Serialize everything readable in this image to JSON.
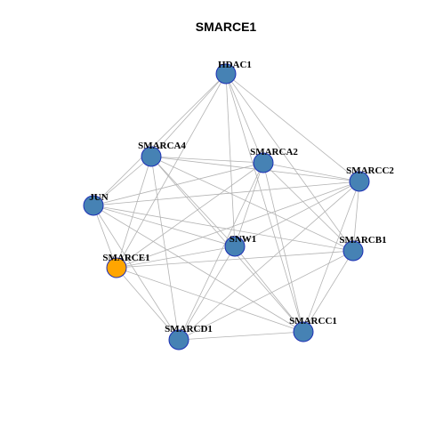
{
  "title": "SMARCE1",
  "colors": {
    "node_default": "#4682B4",
    "node_highlight": "#FFA500",
    "node_border": "#1c2fb5",
    "edge": "#b3b3b3"
  },
  "nodes": [
    {
      "id": "HDAC1",
      "label": "HDAC1",
      "highlight": false
    },
    {
      "id": "SMARCA4",
      "label": "SMARCA4",
      "highlight": false
    },
    {
      "id": "SMARCA2",
      "label": "SMARCA2",
      "highlight": false
    },
    {
      "id": "SMARCC2",
      "label": "SMARCC2",
      "highlight": false
    },
    {
      "id": "JUN",
      "label": "JUN",
      "highlight": false
    },
    {
      "id": "SNW1",
      "label": "SNW1",
      "highlight": false
    },
    {
      "id": "SMARCB1",
      "label": "SMARCB1",
      "highlight": false
    },
    {
      "id": "SMARCE1",
      "label": "SMARCE1",
      "highlight": true
    },
    {
      "id": "SMARCC1",
      "label": "SMARCC1",
      "highlight": false
    },
    {
      "id": "SMARCD1",
      "label": "SMARCD1",
      "highlight": false
    }
  ],
  "edges": [
    [
      "HDAC1",
      "SMARCA4"
    ],
    [
      "HDAC1",
      "SMARCA2"
    ],
    [
      "HDAC1",
      "SMARCC2"
    ],
    [
      "HDAC1",
      "JUN"
    ],
    [
      "HDAC1",
      "SNW1"
    ],
    [
      "HDAC1",
      "SMARCB1"
    ],
    [
      "HDAC1",
      "SMARCE1"
    ],
    [
      "HDAC1",
      "SMARCC1"
    ],
    [
      "SMARCA4",
      "SMARCA2"
    ],
    [
      "SMARCA4",
      "SMARCC2"
    ],
    [
      "SMARCA4",
      "JUN"
    ],
    [
      "SMARCA4",
      "SNW1"
    ],
    [
      "SMARCA4",
      "SMARCB1"
    ],
    [
      "SMARCA4",
      "SMARCE1"
    ],
    [
      "SMARCA4",
      "SMARCC1"
    ],
    [
      "SMARCA4",
      "SMARCD1"
    ],
    [
      "SMARCA2",
      "SMARCC2"
    ],
    [
      "SMARCA2",
      "JUN"
    ],
    [
      "SMARCA2",
      "SNW1"
    ],
    [
      "SMARCA2",
      "SMARCB1"
    ],
    [
      "SMARCA2",
      "SMARCE1"
    ],
    [
      "SMARCA2",
      "SMARCC1"
    ],
    [
      "SMARCA2",
      "SMARCD1"
    ],
    [
      "SMARCC2",
      "JUN"
    ],
    [
      "SMARCC2",
      "SNW1"
    ],
    [
      "SMARCC2",
      "SMARCB1"
    ],
    [
      "SMARCC2",
      "SMARCE1"
    ],
    [
      "SMARCC2",
      "SMARCC1"
    ],
    [
      "SMARCC2",
      "SMARCD1"
    ],
    [
      "JUN",
      "SNW1"
    ],
    [
      "JUN",
      "SMARCB1"
    ],
    [
      "JUN",
      "SMARCE1"
    ],
    [
      "JUN",
      "SMARCC1"
    ],
    [
      "JUN",
      "SMARCD1"
    ],
    [
      "SNW1",
      "SMARCC1"
    ],
    [
      "SNW1",
      "SMARCD1"
    ],
    [
      "SNW1",
      "SMARCE1"
    ],
    [
      "SMARCB1",
      "SMARCE1"
    ],
    [
      "SMARCB1",
      "SMARCC1"
    ],
    [
      "SMARCB1",
      "SMARCD1"
    ],
    [
      "SMARCE1",
      "SMARCC1"
    ],
    [
      "SMARCE1",
      "SMARCD1"
    ],
    [
      "SMARCC1",
      "SMARCD1"
    ]
  ]
}
